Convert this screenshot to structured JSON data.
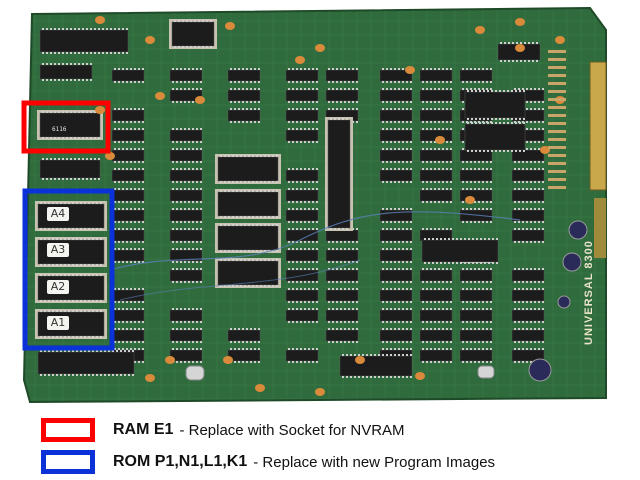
{
  "board": {
    "rom_labels": [
      "A4",
      "A3",
      "A2",
      "A1"
    ],
    "ram_chip_text": "6116",
    "side_text": "UNIVERSAL 8300"
  },
  "legend": {
    "ram": {
      "code": "RAM E1",
      "description": "- Replace with Socket for NVRAM",
      "color": "#ff0000"
    },
    "rom": {
      "code": "ROM P1,N1,L1,K1",
      "description": "- Replace with new Program Images",
      "color": "#0a32d8"
    }
  },
  "colors": {
    "pcb": "#2f6b3c",
    "chip": "#1c1c1c",
    "socket": "#c9c3b1",
    "capacitor": "#d98a3a"
  }
}
